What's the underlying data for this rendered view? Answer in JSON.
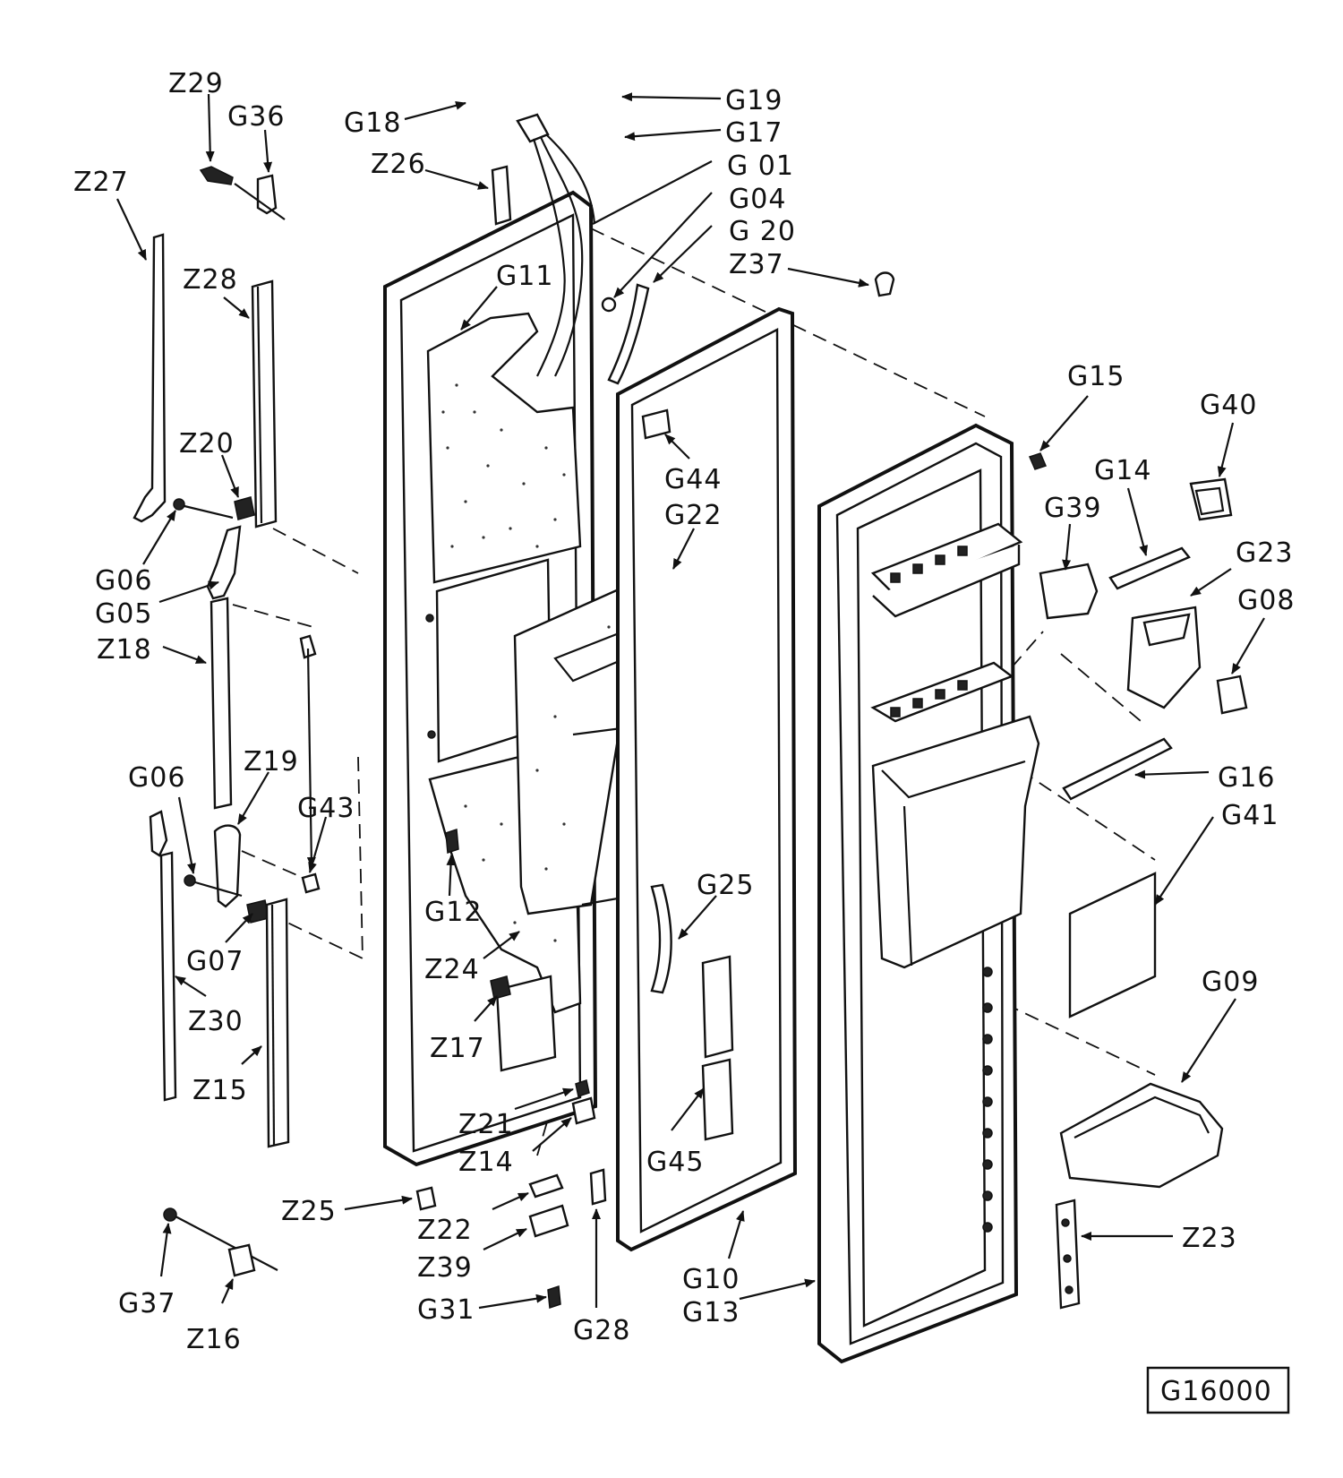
{
  "diagram": {
    "code_box_text": "G16000",
    "labels": [
      {
        "id": "Z29",
        "text": "Z29"
      },
      {
        "id": "G36",
        "text": "G36"
      },
      {
        "id": "Z27",
        "text": "Z27"
      },
      {
        "id": "Z28",
        "text": "Z28"
      },
      {
        "id": "Z20",
        "text": "Z20"
      },
      {
        "id": "G06a",
        "text": "G06"
      },
      {
        "id": "G05",
        "text": "G05"
      },
      {
        "id": "Z18",
        "text": "Z18"
      },
      {
        "id": "G06b",
        "text": "G06"
      },
      {
        "id": "Z19",
        "text": "Z19"
      },
      {
        "id": "G43",
        "text": "G43"
      },
      {
        "id": "G07",
        "text": "G07"
      },
      {
        "id": "Z30",
        "text": "Z30"
      },
      {
        "id": "Z15",
        "text": "Z15"
      },
      {
        "id": "G37",
        "text": "G37"
      },
      {
        "id": "Z16",
        "text": "Z16"
      },
      {
        "id": "G18",
        "text": "G18"
      },
      {
        "id": "Z26",
        "text": "Z26"
      },
      {
        "id": "G11",
        "text": "G11"
      },
      {
        "id": "G12",
        "text": "G12"
      },
      {
        "id": "Z24",
        "text": "Z24"
      },
      {
        "id": "Z17",
        "text": "Z17"
      },
      {
        "id": "Z25",
        "text": "Z25"
      },
      {
        "id": "Z21",
        "text": "Z21"
      },
      {
        "id": "Z14",
        "text": "Z14"
      },
      {
        "id": "Z22",
        "text": "Z22"
      },
      {
        "id": "Z39",
        "text": "Z39"
      },
      {
        "id": "G31",
        "text": "G31"
      },
      {
        "id": "G28",
        "text": "G28"
      },
      {
        "id": "G19",
        "text": "G19"
      },
      {
        "id": "G17",
        "text": "G17"
      },
      {
        "id": "G01",
        "text": "G 01"
      },
      {
        "id": "G04",
        "text": "G04"
      },
      {
        "id": "G20",
        "text": "G 20"
      },
      {
        "id": "Z37",
        "text": "Z37"
      },
      {
        "id": "G44",
        "text": "G44"
      },
      {
        "id": "G22",
        "text": "G22"
      },
      {
        "id": "G25",
        "text": "G25"
      },
      {
        "id": "G45",
        "text": "G45"
      },
      {
        "id": "G10",
        "text": "G10"
      },
      {
        "id": "G13",
        "text": "G13"
      },
      {
        "id": "G15",
        "text": "G15"
      },
      {
        "id": "G40",
        "text": "G40"
      },
      {
        "id": "G14",
        "text": "G14"
      },
      {
        "id": "G39",
        "text": "G39"
      },
      {
        "id": "G23",
        "text": "G23"
      },
      {
        "id": "G08",
        "text": "G08"
      },
      {
        "id": "G16",
        "text": "G16"
      },
      {
        "id": "G41",
        "text": "G41"
      },
      {
        "id": "G09",
        "text": "G09"
      },
      {
        "id": "Z23",
        "text": "Z23"
      }
    ]
  }
}
